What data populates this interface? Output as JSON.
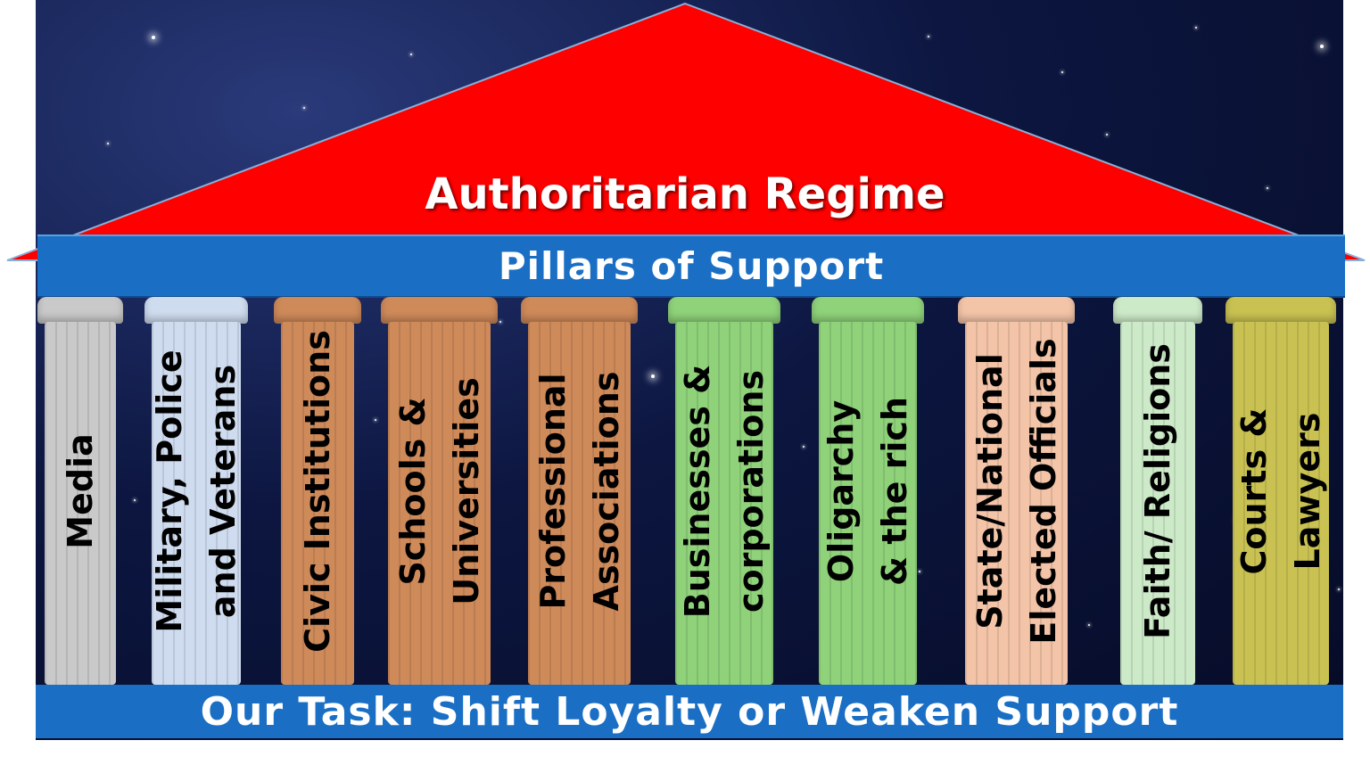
{
  "title": "Authoritarian Regime",
  "band_label": "Pillars of Support",
  "footer": "Our Task: Shift Loyalty or Weaken Support",
  "colors": {
    "roof": "#ff0000",
    "band": "#1a6fc4",
    "sky": "#0c1640"
  },
  "pillars": [
    {
      "label": "Media",
      "color": "#c9c9c9"
    },
    {
      "label": "Military, Police\nand Veterans",
      "color": "#cfdcef"
    },
    {
      "label": "Civic Institutions",
      "color": "#cf8a5a"
    },
    {
      "label": "Schools &\nUniversities",
      "color": "#cf8a5a"
    },
    {
      "label": "Professional\nAssociations",
      "color": "#cf8a5a"
    },
    {
      "label": "Businesses &\ncorporations",
      "color": "#8fd27a"
    },
    {
      "label": "Oligarchy\n& the rich",
      "color": "#8fd27a"
    },
    {
      "label": "State/National\nElected Officials",
      "color": "#f3c4a8"
    },
    {
      "label": "Faith/ Religions",
      "color": "#cdeac8"
    },
    {
      "label": "Courts &\nLawyers",
      "color": "#c9c252"
    }
  ]
}
